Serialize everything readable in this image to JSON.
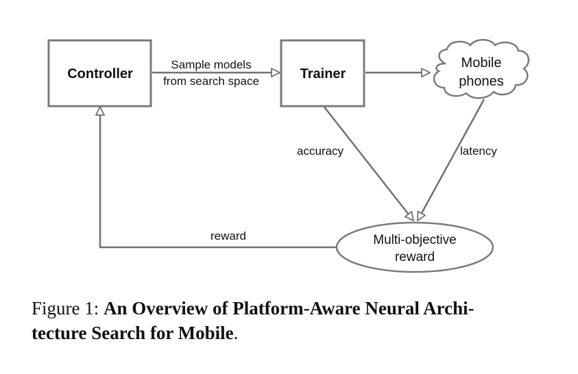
{
  "diagram": {
    "nodes": {
      "controller": "Controller",
      "trainer": "Trainer",
      "mobile_line1": "Mobile",
      "mobile_line2": "phones",
      "reward_line1": "Multi-objective",
      "reward_line2": "reward"
    },
    "edges": {
      "sample_line1": "Sample models",
      "sample_line2": "from search space",
      "accuracy": "accuracy",
      "latency": "latency",
      "reward": "reward"
    }
  },
  "caption": {
    "prefix": "Figure 1: ",
    "title_line1": "An Overview of Platform-Aware Neural Archi-",
    "title_line2": "tecture Search for Mobile",
    "suffix": "."
  },
  "colors": {
    "stroke": "#7a7a7a",
    "text": "#111111"
  }
}
